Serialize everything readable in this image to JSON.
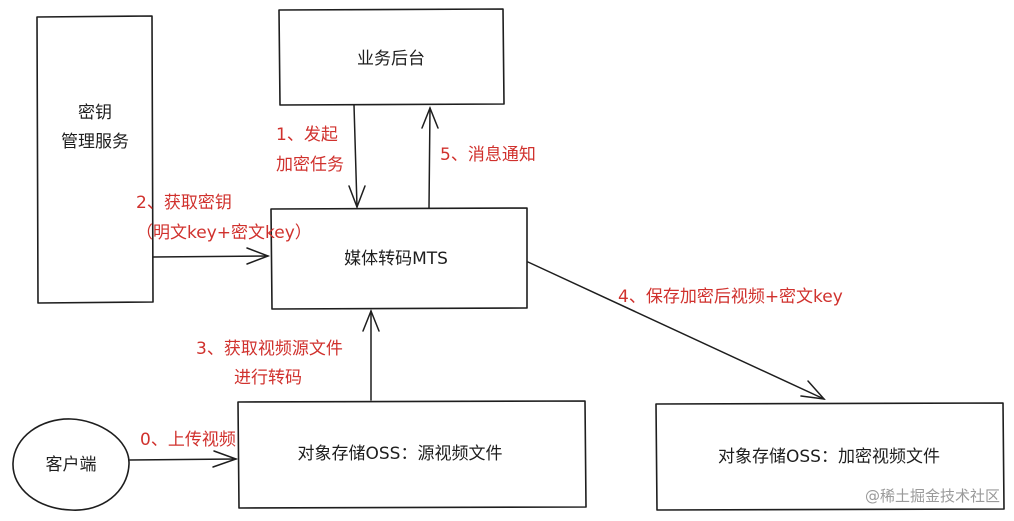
{
  "nodes": {
    "key_service": {
      "line1": "密钥",
      "line2": "管理服务"
    },
    "business": {
      "label": "业务后台"
    },
    "mts": {
      "label": "媒体转码MTS"
    },
    "oss_source": {
      "label": "对象存储OSS：源视频文件"
    },
    "oss_encrypted": {
      "label": "对象存储OSS：加密视频文件"
    },
    "client": {
      "label": "客户端"
    }
  },
  "edges": {
    "e0": {
      "label": "0、上传视频"
    },
    "e1": {
      "line1": "1、发起",
      "line2": "加密任务"
    },
    "e2": {
      "line1": "2、获取密钥",
      "line2": "（明文key+密文key）"
    },
    "e3": {
      "line1": "3、获取视频源文件",
      "line2": "进行转码"
    },
    "e4": {
      "label": "4、保存加密后视频+密文key"
    },
    "e5": {
      "label": "5、消息通知"
    }
  },
  "watermark": "@稀土掘金技术社区",
  "colors": {
    "edge_label": "#d0312d",
    "stroke": "#1e1e1e",
    "watermark": "#9a9a9a"
  }
}
